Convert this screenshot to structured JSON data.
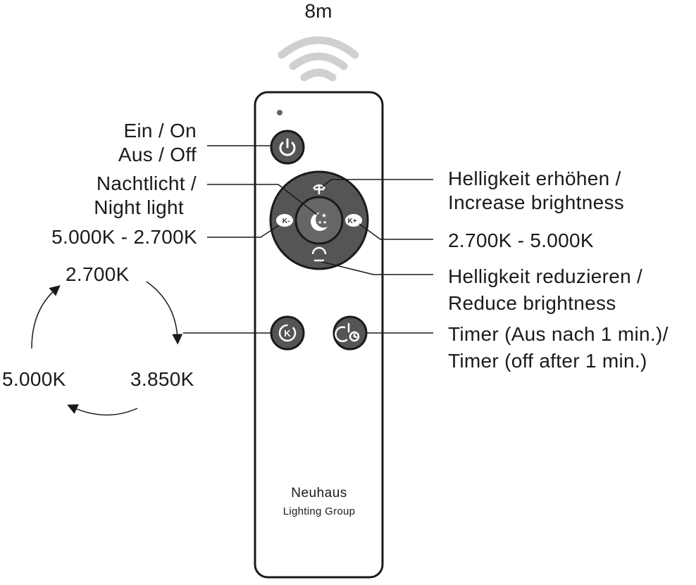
{
  "range": "8m",
  "labels": {
    "power_de": "Ein / On",
    "power_en": "Aus / Off",
    "night_de": "Nachtlicht /",
    "night_en": "Night light",
    "k_minus": "5.000K - 2.700K",
    "k_plus": "2.700K - 5.000K",
    "bright_up_de": "Helligkeit erhöhen /",
    "bright_up_en": "Increase brightness",
    "bright_down_de": "Helligkeit reduzieren /",
    "bright_down_en": "Reduce brightness",
    "timer_de": "Timer (Aus nach 1 min.)/",
    "timer_en": "Timer (off after 1 min.)"
  },
  "cycle": {
    "top": "2.700K",
    "right": "3.850K",
    "left": "5.000K"
  },
  "remote": {
    "brand": "Neuhaus",
    "brand_sub": "Lighting Group",
    "k_minus_icon_text": "K-",
    "k_plus_icon_text": "K+",
    "k_button_text": "K"
  },
  "colors": {
    "remote_body": "#ffffff",
    "remote_outline": "#1a1a1a",
    "button_fill": "#555555",
    "button_inner": "#6a6a6a",
    "icon_white": "#ffffff",
    "wifi_gray": "#d0d0d0"
  }
}
